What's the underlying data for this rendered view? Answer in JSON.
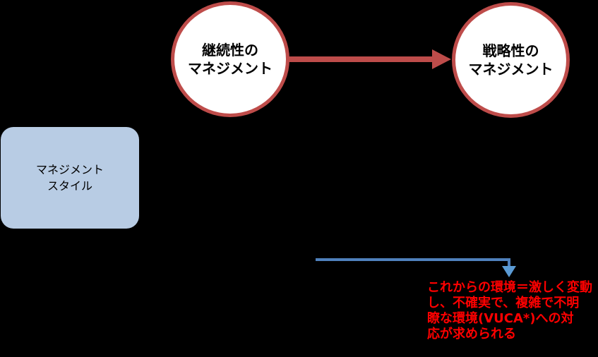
{
  "colors": {
    "background": "#000000",
    "node_border_red": "#be4c4a",
    "node_fill": "#ffffff",
    "node_text": "#000000",
    "red_arrow": "#be4c4a",
    "box_fill": "#b8cce4",
    "box_text": "#000000",
    "blue_arrow_line": "#4f81bd",
    "blue_arrow_head": "#5b9bd5",
    "note_text": "#ff0000"
  },
  "nodes": {
    "continuity": {
      "label": "継続性のマネジメント",
      "lines": [
        "継続性の",
        "マネジメント"
      ]
    },
    "strategic": {
      "label": "戦略性のマネジメント",
      "lines": [
        "戦略性の",
        "マネジメント"
      ]
    }
  },
  "side_label": {
    "label": "マネジメントスタイル",
    "lines": [
      "マネジメント",
      "スタイル"
    ]
  },
  "note": {
    "text": "これからの環境＝激しく変動し、不確実で、複雑で不明瞭な環境(VUCA*)への対応が求められる",
    "lines": [
      "これからの環境＝激しく変動",
      "し、不確実で、複雑で不明",
      "瞭な環境(VUCA*)への対",
      "応が求められる"
    ]
  }
}
